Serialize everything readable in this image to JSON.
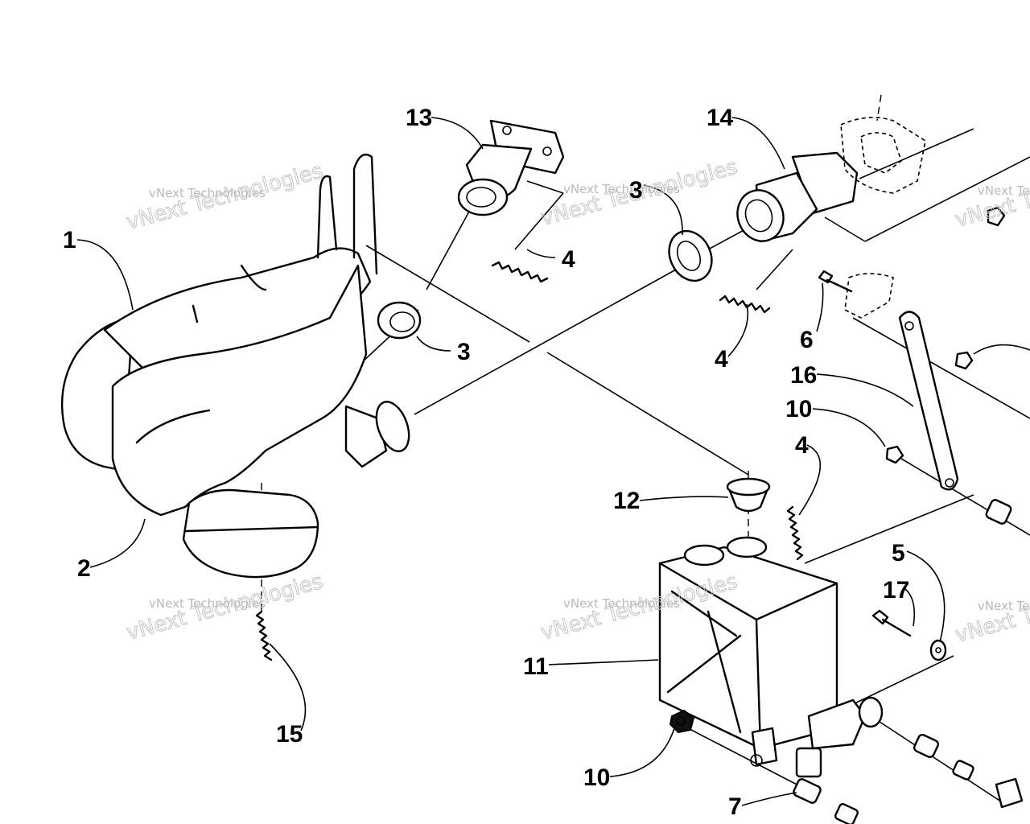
{
  "callouts": [
    {
      "id": "c1",
      "label": "1"
    },
    {
      "id": "c2",
      "label": "2"
    },
    {
      "id": "c3a",
      "label": "3"
    },
    {
      "id": "c3b",
      "label": "3"
    },
    {
      "id": "c4a",
      "label": "4"
    },
    {
      "id": "c4b",
      "label": "4"
    },
    {
      "id": "c4c",
      "label": "4"
    },
    {
      "id": "c5",
      "label": "5"
    },
    {
      "id": "c6",
      "label": "6"
    },
    {
      "id": "c7",
      "label": "7"
    },
    {
      "id": "c10a",
      "label": "10"
    },
    {
      "id": "c10b",
      "label": "10"
    },
    {
      "id": "c11",
      "label": "11"
    },
    {
      "id": "c12",
      "label": "12"
    },
    {
      "id": "c13",
      "label": "13"
    },
    {
      "id": "c14",
      "label": "14"
    },
    {
      "id": "c15",
      "label": "15"
    },
    {
      "id": "c16",
      "label": "16"
    },
    {
      "id": "c17",
      "label": "17"
    }
  ],
  "watermark": {
    "line1": "vNext Technologies",
    "line2": "vNext Technologies"
  }
}
